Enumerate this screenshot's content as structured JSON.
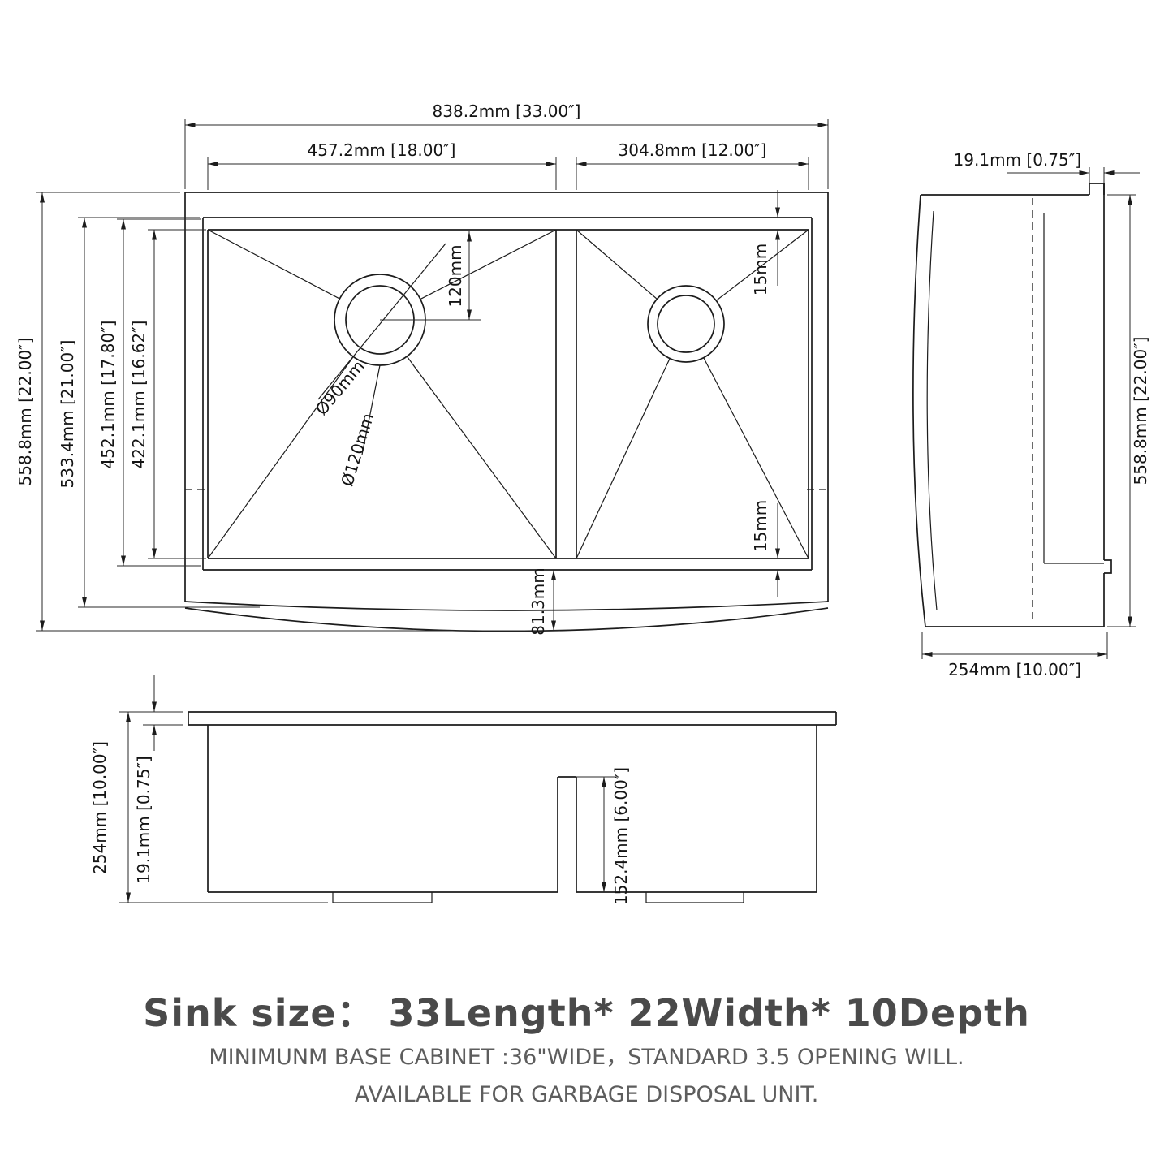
{
  "top_view": {
    "overall_length": "838.2mm [33.00″]",
    "left_bowl_length": "457.2mm [18.00″]",
    "right_bowl_length": "304.8mm [12.00″]",
    "overall_width": "558.8mm [22.00″]",
    "rim_width": "533.4mm [21.00″]",
    "inner_width": "452.1mm [17.80″]",
    "bowl_width": "422.1mm [16.62″]",
    "drain_offset": "120mm",
    "drain_hole_dia": "Ø90mm",
    "drain_flange_dia": "Ø120mm",
    "corner_radius_top": "15mm",
    "corner_radius_bottom": "15mm",
    "apron_overhang": "81.3mm"
  },
  "side_view": {
    "rim_thickness": "19.1mm  [0.75″]",
    "overall_width": "558.8mm [22.00″]",
    "depth": "254mm  [10.00″]"
  },
  "front_view": {
    "depth": "254mm [10.00″]",
    "rim_thickness": "19.1mm [0.75″]",
    "divider_notch": "152.4mm [6.00″]"
  },
  "footer": {
    "title": "Sink size：  33Length* 22Width* 10Depth",
    "line1": "MINIMUNM BASE CABINET :36\"WIDE，STANDARD 3.5 OPENING WILL.",
    "line2": "AVAILABLE FOR GARBAGE DISPOSAL UNIT."
  }
}
